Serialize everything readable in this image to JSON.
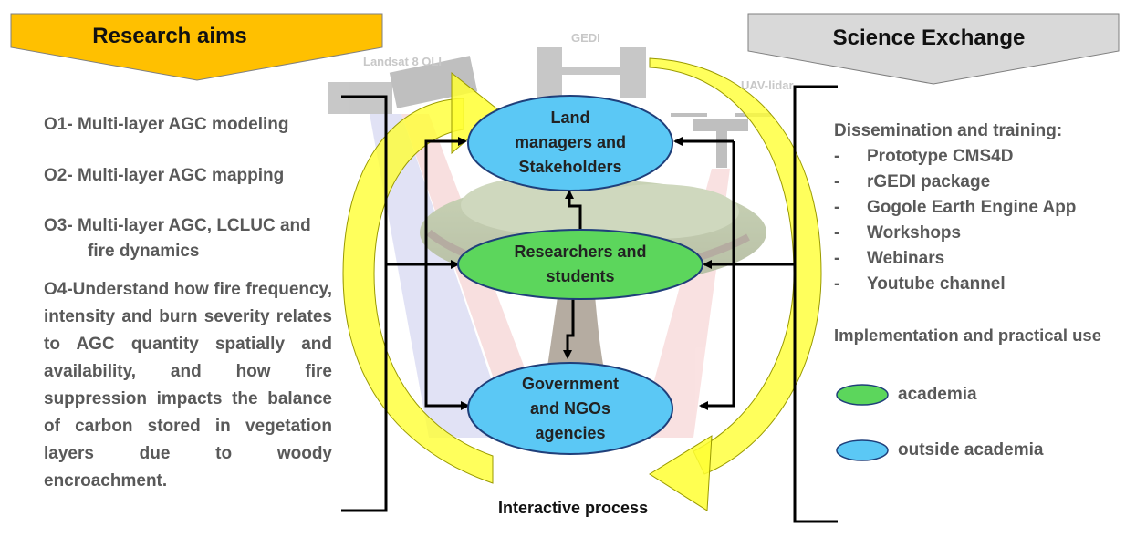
{
  "left_banner": {
    "title": "Research aims",
    "color": "#FFC000"
  },
  "right_banner": {
    "title": "Science Exchange",
    "color": "#D9D9D9"
  },
  "research_aims": {
    "o1": "O1- Multi-layer AGC modeling",
    "o2": "O2- Multi-layer AGC mapping",
    "o3_line1": "O3- Multi-layer AGC, LCLUC and",
    "o3_line2": "fire dynamics",
    "o4": "O4-Understand how fire frequency, intensity and burn severity relates to AGC quantity spatially and availability, and how fire suppression impacts the balance of carbon stored in vegetation layers due to woody encroachment."
  },
  "background_labels": {
    "gedi": "GEDI",
    "landsat": "Landsat 8 OLI",
    "uav": "UAV-lidar"
  },
  "nodes": {
    "top": {
      "line1": "Land",
      "line2": "managers and",
      "line3": "Stakeholders",
      "color": "#5BC8F5"
    },
    "middle": {
      "line1": "Researchers and",
      "line2": "students",
      "color": "#5CD65C"
    },
    "bottom": {
      "line1": "Government",
      "line2": "and NGOs",
      "line3": "agencies",
      "color": "#5BC8F5"
    }
  },
  "cycle_caption": "Interactive process",
  "science_exchange": {
    "dissemination_heading": "Dissemination and training:",
    "items": [
      "Prototype CMS4D",
      "rGEDI package",
      "Gogole Earth Engine App",
      "Workshops",
      "Webinars",
      "Youtube channel"
    ],
    "dash": "-",
    "implementation_heading": "Implementation and practical use"
  },
  "legend": [
    {
      "label": "academia",
      "color": "#5CD65C"
    },
    {
      "label": "outside academia",
      "color": "#5BC8F5"
    }
  ],
  "arrow_color": "#FFFF33"
}
